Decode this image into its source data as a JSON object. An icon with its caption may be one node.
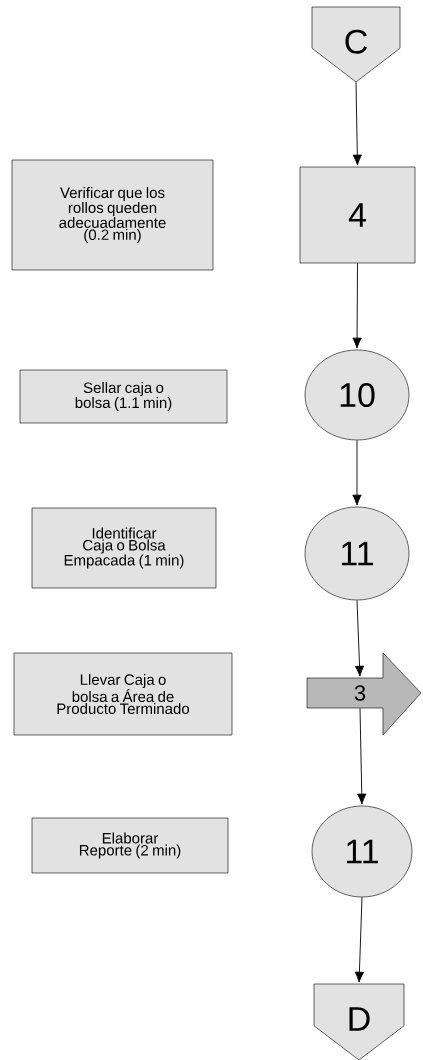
{
  "diagram": {
    "nodes": [
      {
        "text": [
          "C"
        ]
      },
      {
        "text": [
          "Verificar que los rollos queden adecuadamente (0.2 min)"
        ]
      },
      {
        "text": [
          "4"
        ]
      },
      {
        "text": [
          "Sellar caja o bolsa (1.1 min)"
        ]
      },
      {
        "text": [
          "10"
        ]
      },
      {
        "text": [
          "Identificar  Caja o Bolsa Empacada (1 min)"
        ]
      },
      {
        "text": [
          "11"
        ]
      },
      {
        "text": [
          "Llevar Caja o bolsa a Área de Producto Terminado"
        ]
      },
      {
        "text": [
          "3"
        ]
      },
      {
        "text": [
          "Elaborar Reporte (2 min)"
        ]
      },
      {
        "text": [
          "11"
        ]
      },
      {
        "text": [
          "D"
        ]
      }
    ],
    "edges": [
      {
        "from": 0,
        "to": 2,
        "arrow": "to"
      },
      {
        "from": 2,
        "to": 4,
        "arrow": "to"
      },
      {
        "from": 4,
        "to": 6,
        "arrow": "to"
      },
      {
        "from": 6,
        "to": 8,
        "arrow": "to"
      },
      {
        "from": 8,
        "to": 10,
        "arrow": "to"
      },
      {
        "from": 10,
        "to": 11,
        "arrow": "to"
      }
    ]
  }
}
